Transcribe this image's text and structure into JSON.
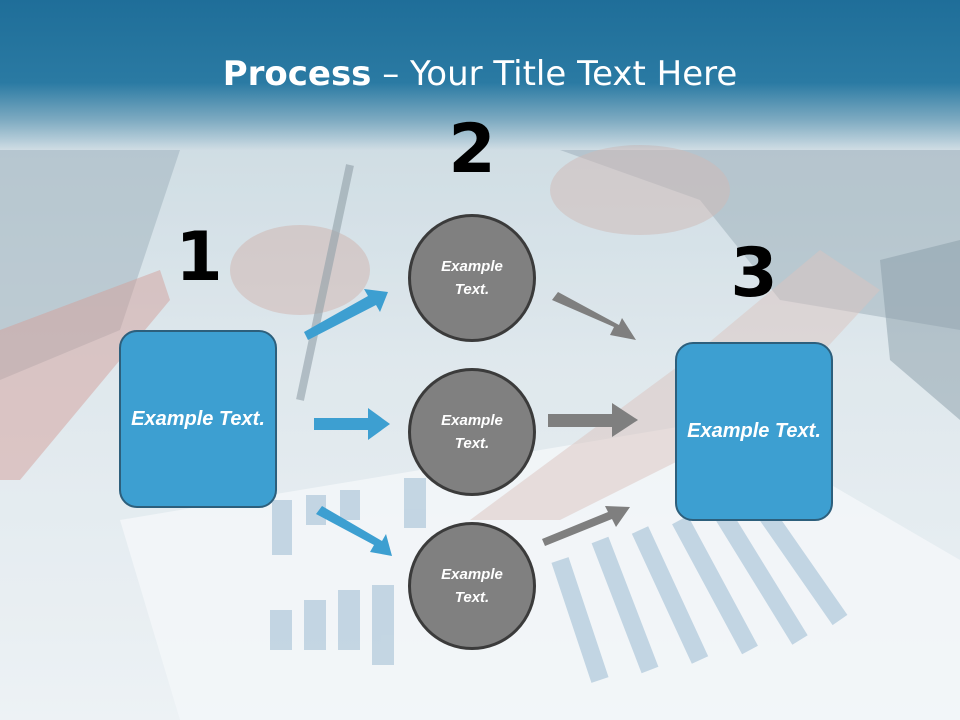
{
  "title": {
    "bold": "Process",
    "rest": " – Your Title Text Here"
  },
  "steps": [
    "1",
    "2",
    "3"
  ],
  "left_box": "Example Text.",
  "circles": [
    "Example Text.",
    "Example Text.",
    "Example Text."
  ],
  "right_box": "Example Text.",
  "colors": {
    "title_band": "#1f6e99",
    "box_fill": "#3d9fd1",
    "circle_fill": "#808080",
    "arrow_blue": "#3d9fd1",
    "arrow_gray": "#7f7f7f"
  }
}
